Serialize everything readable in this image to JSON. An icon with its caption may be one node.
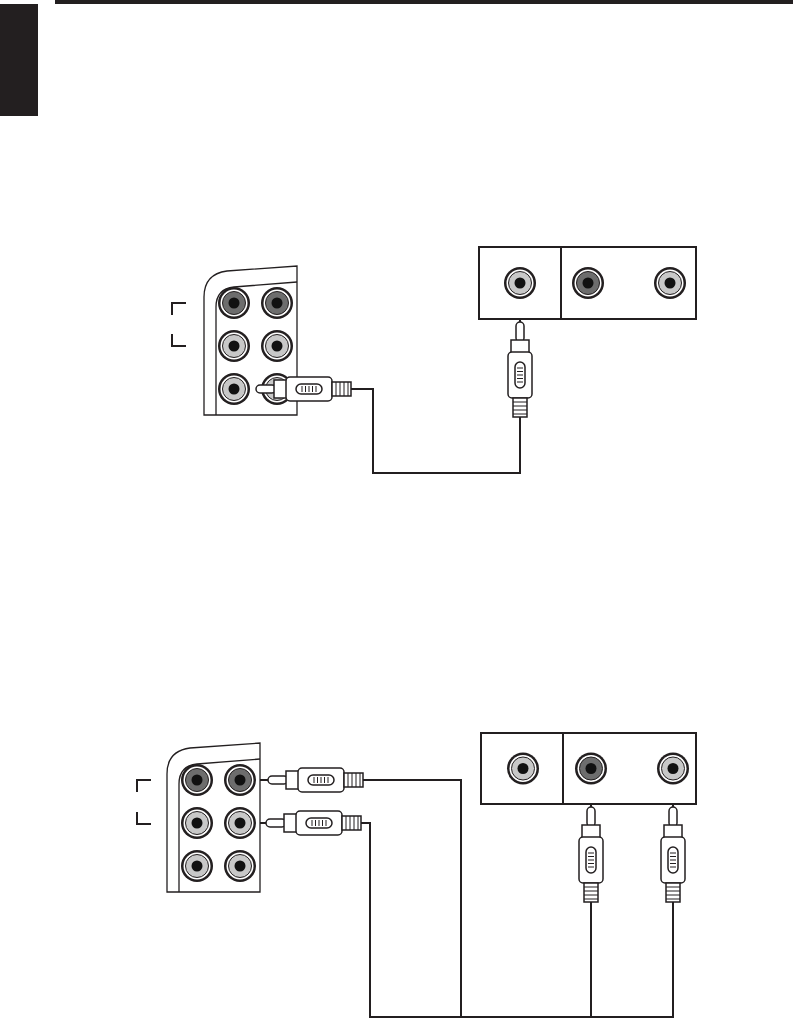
{
  "diagram": {
    "nodes": [
      {
        "text": [],
        "shape": "box"
      },
      {
        "text": [],
        "shape": "box"
      },
      {
        "text": [],
        "shape": "box"
      },
      {
        "text": [],
        "shape": "box"
      }
    ],
    "edges": [
      {
        "from": 0,
        "to": 1,
        "arrow": "other"
      },
      {
        "from": 2,
        "to": 3,
        "arrow": "other"
      },
      {
        "from": 2,
        "to": 3,
        "arrow": "other"
      }
    ]
  }
}
